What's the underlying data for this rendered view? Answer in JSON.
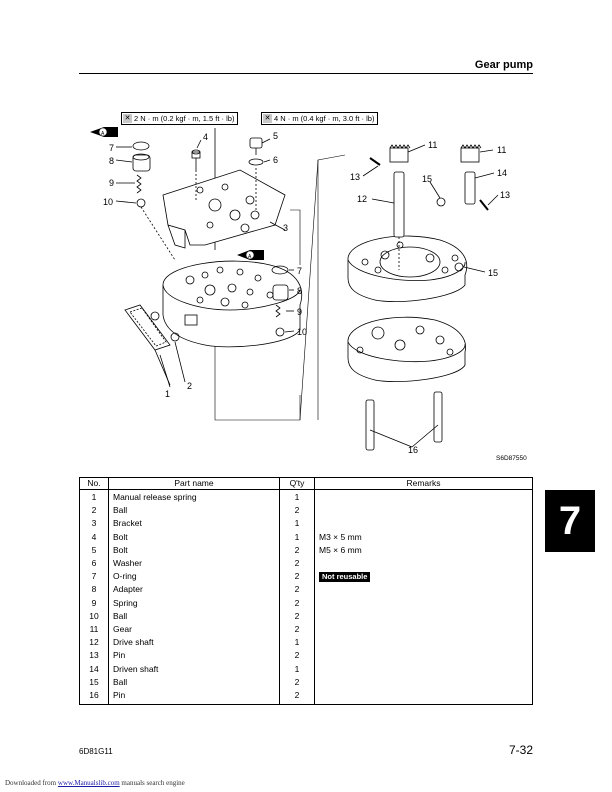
{
  "header": {
    "title": "Gear pump"
  },
  "torque_specs": [
    {
      "text": "2 N · m (0.2 kgf · m, 1.5 ft · lb)"
    },
    {
      "text": "4 N · m (0.4 kgf · m, 3.0 ft · lb)"
    }
  ],
  "callouts": [
    "4",
    "7",
    "8",
    "9",
    "10",
    "5",
    "6",
    "3",
    "7",
    "8",
    "9",
    "10",
    "1",
    "2",
    "11",
    "11",
    "13",
    "15",
    "12",
    "14",
    "13",
    "15",
    "16"
  ],
  "figure_code": "S6D87550",
  "table": {
    "headers": [
      "No.",
      "Part name",
      "Q'ty",
      "Remarks"
    ],
    "rows": [
      {
        "no": "1",
        "name": "Manual release spring",
        "qty": "1",
        "remark": ""
      },
      {
        "no": "2",
        "name": "Ball",
        "qty": "2",
        "remark": ""
      },
      {
        "no": "3",
        "name": "Bracket",
        "qty": "1",
        "remark": ""
      },
      {
        "no": "4",
        "name": "Bolt",
        "qty": "1",
        "remark": "M3 × 5 mm"
      },
      {
        "no": "5",
        "name": "Bolt",
        "qty": "2",
        "remark": "M5 × 6 mm"
      },
      {
        "no": "6",
        "name": "Washer",
        "qty": "2",
        "remark": ""
      },
      {
        "no": "7",
        "name": "O-ring",
        "qty": "2",
        "remark": "Not reusable"
      },
      {
        "no": "8",
        "name": "Adapter",
        "qty": "2",
        "remark": ""
      },
      {
        "no": "9",
        "name": "Spring",
        "qty": "2",
        "remark": ""
      },
      {
        "no": "10",
        "name": "Ball",
        "qty": "2",
        "remark": ""
      },
      {
        "no": "11",
        "name": "Gear",
        "qty": "2",
        "remark": ""
      },
      {
        "no": "12",
        "name": "Drive shaft",
        "qty": "1",
        "remark": ""
      },
      {
        "no": "13",
        "name": "Pin",
        "qty": "2",
        "remark": ""
      },
      {
        "no": "14",
        "name": "Driven shaft",
        "qty": "1",
        "remark": ""
      },
      {
        "no": "15",
        "name": "Ball",
        "qty": "2",
        "remark": ""
      },
      {
        "no": "16",
        "name": "Pin",
        "qty": "2",
        "remark": ""
      }
    ]
  },
  "chapter_tab": "7",
  "footer": {
    "doc_code": "6D81G11",
    "page": "7-32"
  },
  "download_note": {
    "prefix": "Downloaded from ",
    "link": "www.Manualslib.com",
    "suffix": " manuals search engine"
  }
}
